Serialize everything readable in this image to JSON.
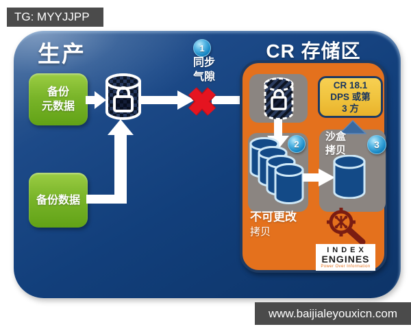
{
  "badges": {
    "tg": "TG: MYYJJPP",
    "site": "www.baijialeyouxicn.com"
  },
  "production": {
    "title": "生产",
    "metadata_line1": "备份",
    "metadata_line2": "元数据",
    "data_label": "备份数据"
  },
  "airgap": {
    "step": "1",
    "label_line1": "同步",
    "label_line2": "气隙"
  },
  "cr": {
    "title": "CR 存储区",
    "software_line1": "CR 18.1",
    "software_line2": "DPS 或第",
    "software_line3": "3 方",
    "immutable_step": "2",
    "immutable_line1": "不可更改",
    "immutable_line2": "拷贝",
    "sandbox_step": "3",
    "sandbox_line1": "沙盒",
    "sandbox_line2": "拷贝"
  },
  "logo": {
    "name_line1": "INDEX",
    "name_line2": "ENGINES",
    "tagline": "Power Over Information"
  },
  "colors": {
    "panel_blue": "#123f7b",
    "production_green": "#7ab52a",
    "cr_orange": "#e4711d",
    "software_yellow": "#f0c33d",
    "airgap_red": "#e51420",
    "step_badge_blue": "#2196d1",
    "cylinder_blue": "#134a87",
    "logo_maroon": "#7a1d12",
    "watermark_gray": "#4b4b4b"
  }
}
